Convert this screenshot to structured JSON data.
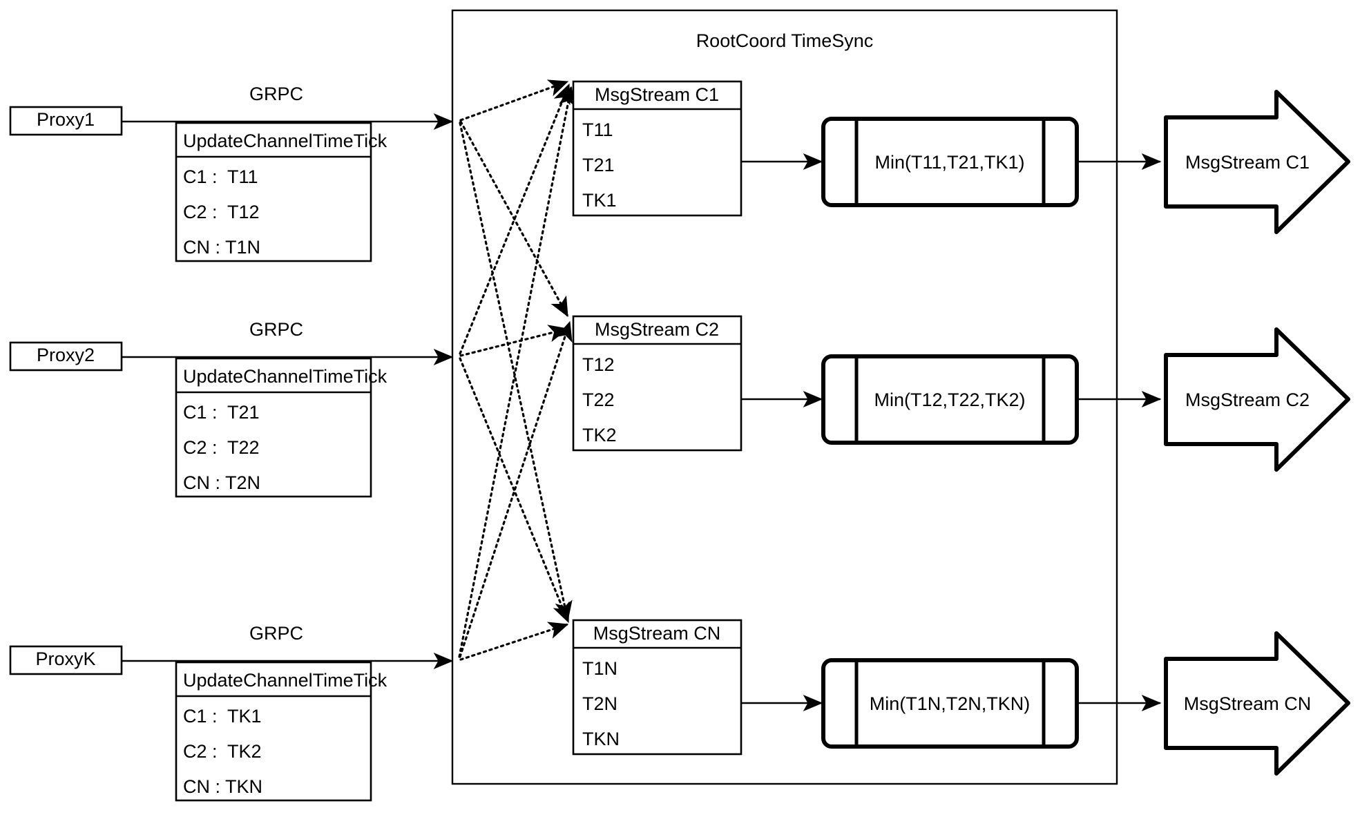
{
  "diagram": {
    "title": "RootCoord TimeSync",
    "container_name": "rootcoord-timesync-boundary",
    "colors": {
      "stroke": "#000000",
      "fill": "#ffffff"
    },
    "proxies": [
      {
        "name": "Proxy1",
        "link_label": "GRPC",
        "table_header": "UpdateChannelTimeTick",
        "rows": [
          "C1 :  T11",
          "C2 :  T12",
          "CN : T1N"
        ]
      },
      {
        "name": "Proxy2",
        "link_label": "GRPC",
        "table_header": "UpdateChannelTimeTick",
        "rows": [
          "C1 :  T21",
          "C2 :  T22",
          "CN : T2N"
        ]
      },
      {
        "name": "ProxyK",
        "link_label": "GRPC",
        "table_header": "UpdateChannelTimeTick",
        "rows": [
          "C1 :  TK1",
          "C2 :  TK2",
          "CN : TKN"
        ]
      }
    ],
    "channels": [
      {
        "stream_header": "MsgStream C1",
        "stream_rows": [
          "T11",
          "T21",
          "TK1"
        ],
        "process_label": "Min(T11,T21,TK1)",
        "output_label": "MsgStream C1"
      },
      {
        "stream_header": "MsgStream C2",
        "stream_rows": [
          "T12",
          "T22",
          "TK2"
        ],
        "process_label": "Min(T12,T22,TK2)",
        "output_label": "MsgStream C2"
      },
      {
        "stream_header": "MsgStream CN",
        "stream_rows": [
          "T1N",
          "T2N",
          "TKN"
        ],
        "process_label": "Min(T1N,T2N,TKN)",
        "output_label": "MsgStream CN"
      }
    ]
  }
}
